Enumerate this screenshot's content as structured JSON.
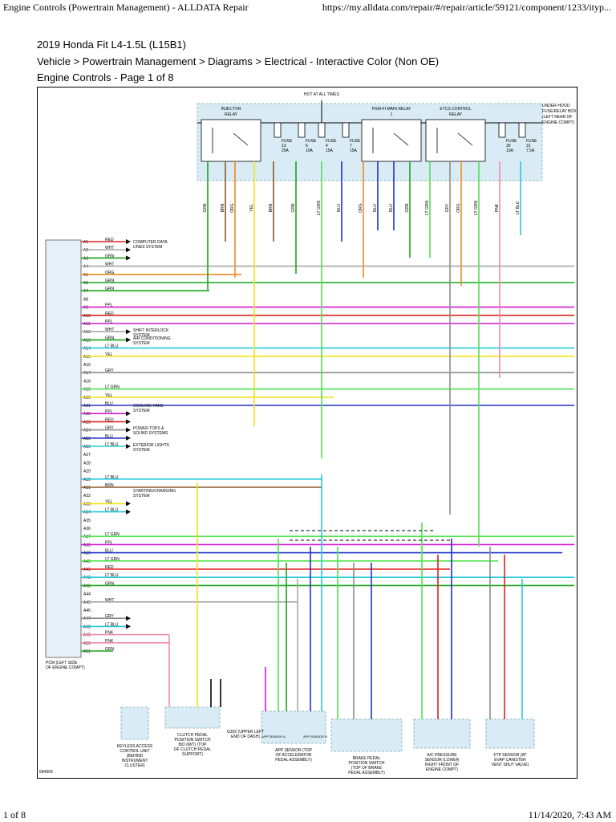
{
  "browser": {
    "page_title": "Engine Controls (Powertrain Management) - ALLDATA Repair",
    "url": "https://my.alldata.com/repair/#/repair/article/59121/component/1233/ityp...",
    "page_count": "1 of 8",
    "timestamp": "11/14/2020, 7:43 AM"
  },
  "article": {
    "vehicle": "2019 Honda Fit L4-1.5L (L15B1)",
    "breadcrumb": "Vehicle > Powertrain Management > Diagrams > Electrical - Interactive Color (Non OE)",
    "page": "Engine Controls - Page 1 of 8"
  },
  "diagram": {
    "hot_label": "HOT AT ALL TIMES",
    "fuse_box_label": "UNDER-HOOD FUSE/RELAY BOX (LEFT REAR OF ENGINE COMPT)",
    "relays": [
      "INJECTOR RELAY",
      "PGM-FI MAIN RELAY 1",
      "ETCS CONTROL RELAY"
    ],
    "fuses": [
      "FUSE 13 20A",
      "FUSE 6 10A",
      "FUSE 4 15A",
      "FUSE 7 15A",
      "FUSE 30 10A",
      "FUSE 31 7.5A"
    ],
    "pcm_label": "PCM (LEFT SIDE OF ENGINE COMPT)",
    "figure_id": "684909",
    "pins": [
      "A1",
      "A2",
      "A3",
      "A4",
      "A5",
      "A6",
      "A7",
      "A8",
      "A9",
      "A10",
      "A11",
      "A12",
      "A13",
      "A14",
      "A15",
      "A16",
      "A17",
      "A18",
      "A19",
      "A20",
      "A21",
      "A22",
      "A23",
      "A24",
      "A25",
      "A26",
      "A27",
      "A28",
      "A29",
      "A30",
      "A31",
      "A32",
      "A33",
      "A34",
      "A35",
      "A36",
      "A37",
      "A38",
      "A39",
      "A40",
      "A41",
      "A42",
      "A43",
      "A44",
      "A45",
      "A46",
      "A47",
      "A48",
      "A49",
      "A50",
      "A51"
    ],
    "pin_wires": [
      "RED",
      "WHT",
      "GRN",
      "WHT",
      "ORG",
      "GRN",
      "GRN",
      "",
      "PPL",
      "RED",
      "PPL",
      "WHT",
      "GRN",
      "LT BLU",
      "YEL",
      "",
      "GRY",
      "",
      "LT GRN",
      "YEL",
      "BLU",
      "PPL",
      "RED",
      "GRY",
      "BLU",
      "LT BLU",
      "",
      "",
      "",
      "LT BLU",
      "BRN",
      "",
      "YEL",
      "LT BLU",
      "",
      "",
      "LT GRN",
      "PPL",
      "BLU",
      "LT GRN",
      "RED",
      "LT BLU",
      "GRN",
      "",
      "WHT",
      "",
      "GRY",
      "LT BLU",
      "PNK",
      "PNK",
      "GRN"
    ],
    "systems": {
      "computer_data_lines": "COMPUTER DATA LINES SYSTEM",
      "shift_interlock": "SHIFT INTERLOCK SYSTEM",
      "air_conditioning": "AIR CONDITIONING SYSTEM",
      "cooling_fans": "COOLING FANS SYSTEM",
      "power_tops": "POWER TOPS & SOUND SYSTEMS",
      "starting_charging": "STARTING/CHARGING SYSTEM",
      "exterior_lights": "EXTERIOR LIGHTS SYSTEM"
    },
    "components": {
      "keyless": "KEYLESS ACCESS CONTROL UNIT (BEHIND INSTRUMENT CLUSTER)",
      "clutch": "CLUTCH PEDAL POSITION SWITCH B/D (M/T) (TOP OF CLUTCH PEDAL SUPPORT)",
      "ground": "G302 (UPPER LEFT END OF DASH)",
      "app": "APP SENSOR (TOP OF ACCELERATOR PEDAL ASSEMBLY)",
      "app_a": "APP SENSOR A",
      "app_b": "APP SENSOR B",
      "brake": "BRAKE PEDAL POSITION SWITCH (TOP OF BRAKE PEDAL ASSEMBLY)",
      "ac": "A/C PRESSURE SENSOR (LOWER RIGHT FRONT OF ENGINE COMPT)",
      "ftp": "FTP SENSOR (AT EVAP CANISTER VENT SHUT VALVE)"
    },
    "colors": {
      "RED": "#e02020",
      "WHT": "#a8a8a8",
      "GRN": "#1aa31a",
      "ORG": "#f08a1c",
      "PPL": "#d21ad2",
      "LT BLU": "#26c8dc",
      "YEL": "#f2e21a",
      "GRY": "#8c8c8c",
      "LT GRN": "#4ee24e",
      "BLU": "#2030c8",
      "BRN": "#8b5a2b",
      "PNK": "#f28aa8",
      "BLK": "#000000"
    }
  }
}
